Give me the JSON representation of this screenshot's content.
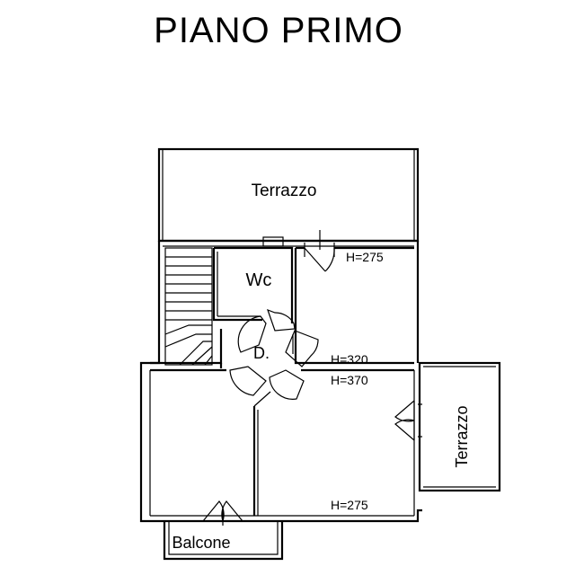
{
  "title": "PIANO PRIMO",
  "rooms": {
    "terrazzo_top": "Terrazzo",
    "wc": "Wc",
    "disimpegno": "D.",
    "terrazzo_right": "Terrazzo",
    "balcone": "Balcone"
  },
  "heights": {
    "upper_right": "H=275",
    "center_upper": "H=320",
    "center_lower": "H=370",
    "lower_right": "H=275"
  }
}
